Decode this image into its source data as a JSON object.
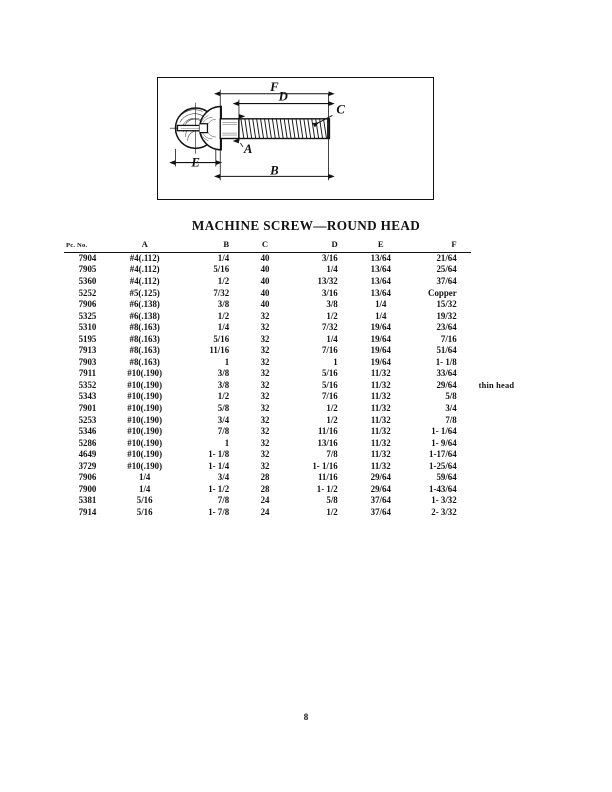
{
  "figure": {
    "alt_name": "machine-screw-round-head-diagram",
    "dimension_labels": {
      "A": "A",
      "B": "B",
      "C": "C",
      "D": "D",
      "E": "E",
      "F": "F"
    }
  },
  "table": {
    "title": "MACHINE SCREW—ROUND HEAD",
    "columns": [
      {
        "key": "pc_no",
        "label": "Pc. No."
      },
      {
        "key": "a",
        "label": "A"
      },
      {
        "key": "b",
        "label": "B"
      },
      {
        "key": "c",
        "label": "C"
      },
      {
        "key": "d",
        "label": "D"
      },
      {
        "key": "e",
        "label": "E"
      },
      {
        "key": "f",
        "label": "F"
      },
      {
        "key": "note",
        "label": ""
      }
    ],
    "rows": [
      {
        "pc_no": "7904",
        "a": "#4(.112)",
        "b": "1/4",
        "c": "40",
        "d": "3/16",
        "e": "13/64",
        "f": "21/64",
        "note": ""
      },
      {
        "pc_no": "7905",
        "a": "#4(.112)",
        "b": "5/16",
        "c": "40",
        "d": "1/4",
        "e": "13/64",
        "f": "25/64",
        "note": ""
      },
      {
        "pc_no": "5360",
        "a": "#4(.112)",
        "b": "1/2",
        "c": "40",
        "d": "13/32",
        "e": "13/64",
        "f": "37/64",
        "note": ""
      },
      {
        "pc_no": "5252",
        "a": "#5(.125)",
        "b": "7/32",
        "c": "40",
        "d": "3/16",
        "e": "13/64",
        "f": "Copper",
        "note": ""
      },
      {
        "pc_no": "7906",
        "a": "#6(.138)",
        "b": "3/8",
        "c": "40",
        "d": "3/8",
        "e": "1/4",
        "f": "15/32",
        "note": ""
      },
      {
        "pc_no": "5325",
        "a": "#6(.138)",
        "b": "1/2",
        "c": "32",
        "d": "1/2",
        "e": "1/4",
        "f": "19/32",
        "note": ""
      },
      {
        "pc_no": "5310",
        "a": "#8(.163)",
        "b": "1/4",
        "c": "32",
        "d": "7/32",
        "e": "19/64",
        "f": "23/64",
        "note": ""
      },
      {
        "pc_no": "5195",
        "a": "#8(.163)",
        "b": "5/16",
        "c": "32",
        "d": "1/4",
        "e": "19/64",
        "f": "7/16",
        "note": ""
      },
      {
        "pc_no": "7913",
        "a": "#8(.163)",
        "b": "11/16",
        "c": "32",
        "d": "7/16",
        "e": "19/64",
        "f": "51/64",
        "note": ""
      },
      {
        "pc_no": "7903",
        "a": "#8(.163)",
        "b": "1",
        "c": "32",
        "d": "1",
        "e": "19/64",
        "f": "1- 1/8",
        "note": ""
      },
      {
        "pc_no": "7911",
        "a": "#10(.190)",
        "b": "3/8",
        "c": "32",
        "d": "5/16",
        "e": "11/32",
        "f": "33/64",
        "note": ""
      },
      {
        "pc_no": "5352",
        "a": "#10(.190)",
        "b": "3/8",
        "c": "32",
        "d": "5/16",
        "e": "11/32",
        "f": "29/64",
        "note": "thin head"
      },
      {
        "pc_no": "5343",
        "a": "#10(.190)",
        "b": "1/2",
        "c": "32",
        "d": "7/16",
        "e": "11/32",
        "f": "5/8",
        "note": ""
      },
      {
        "pc_no": "7901",
        "a": "#10(.190)",
        "b": "5/8",
        "c": "32",
        "d": "1/2",
        "e": "11/32",
        "f": "3/4",
        "note": ""
      },
      {
        "pc_no": "5253",
        "a": "#10(.190)",
        "b": "3/4",
        "c": "32",
        "d": "1/2",
        "e": "11/32",
        "f": "7/8",
        "note": ""
      },
      {
        "pc_no": "5346",
        "a": "#10(.190)",
        "b": "7/8",
        "c": "32",
        "d": "11/16",
        "e": "11/32",
        "f": "1- 1/64",
        "note": ""
      },
      {
        "pc_no": "5286",
        "a": "#10(.190)",
        "b": "1",
        "c": "32",
        "d": "13/16",
        "e": "11/32",
        "f": "1- 9/64",
        "note": ""
      },
      {
        "pc_no": "4649",
        "a": "#10(.190)",
        "b": "1- 1/8",
        "c": "32",
        "d": "7/8",
        "e": "11/32",
        "f": "1-17/64",
        "note": ""
      },
      {
        "pc_no": "3729",
        "a": "#10(.190)",
        "b": "1- 1/4",
        "c": "32",
        "d": "1- 1/16",
        "e": "11/32",
        "f": "1-25/64",
        "note": ""
      },
      {
        "pc_no": "7906",
        "a": "1/4",
        "b": "3/4",
        "c": "28",
        "d": "11/16",
        "e": "29/64",
        "f": "59/64",
        "note": ""
      },
      {
        "pc_no": "7900",
        "a": "1/4",
        "b": "1- 1/2",
        "c": "28",
        "d": "1- 1/2",
        "e": "29/64",
        "f": "1-43/64",
        "note": ""
      },
      {
        "pc_no": "5381",
        "a": "5/16",
        "b": "7/8",
        "c": "24",
        "d": "5/8",
        "e": "37/64",
        "f": "1- 3/32",
        "note": ""
      },
      {
        "pc_no": "7914",
        "a": "5/16",
        "b": "1- 7/8",
        "c": "24",
        "d": "1/2",
        "e": "37/64",
        "f": "2- 3/32",
        "note": ""
      }
    ]
  },
  "footer": {
    "page_number": "8"
  }
}
